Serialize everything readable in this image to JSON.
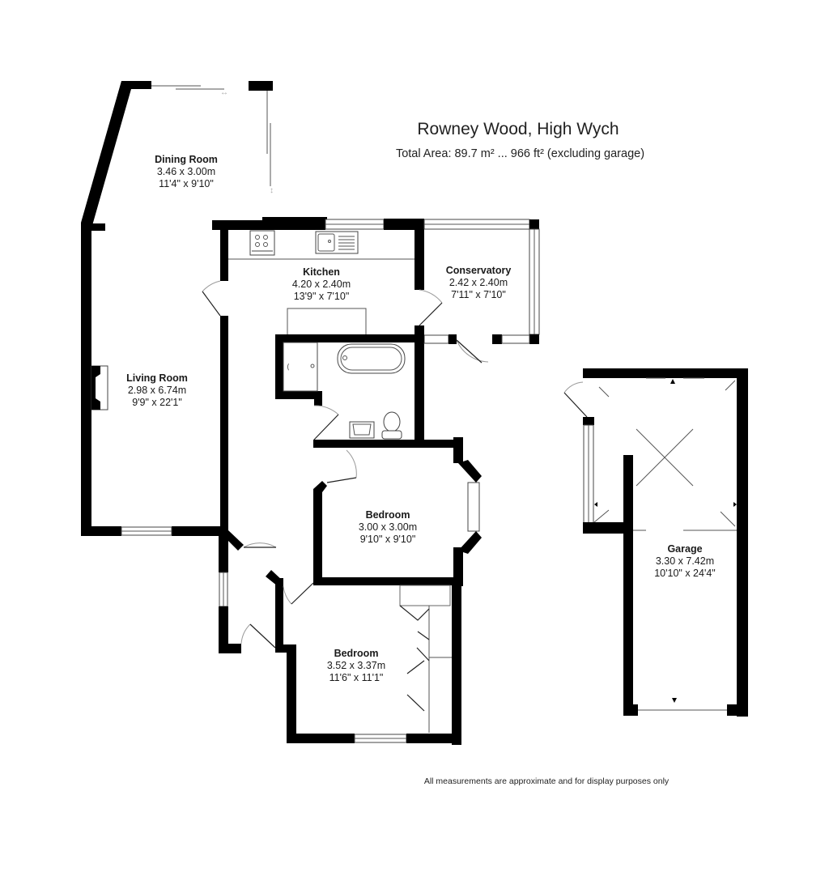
{
  "header": {
    "title": "Rowney Wood, High Wych",
    "subtitle": "Total Area: 89.7 m² ... 966 ft² (excluding garage)"
  },
  "rooms": [
    {
      "name": "Dining Room",
      "metric": "3.46 x 3.00m",
      "imperial": "11'4\" x 9'10\""
    },
    {
      "name": "Kitchen",
      "metric": "4.20 x 2.40m",
      "imperial": "13'9\" x 7'10\""
    },
    {
      "name": "Conservatory",
      "metric": "2.42 x 2.40m",
      "imperial": "7'11\" x 7'10\""
    },
    {
      "name": "Living Room",
      "metric": "2.98 x 6.74m",
      "imperial": "9'9\" x 22'1\""
    },
    {
      "name": "Bedroom",
      "metric": "3.00 x 3.00m",
      "imperial": "9'10\" x 9'10\""
    },
    {
      "name": "Bedroom",
      "metric": "3.52 x 3.37m",
      "imperial": "11'6\" x 11'1\""
    },
    {
      "name": "Garage",
      "metric": "3.30 x 7.42m",
      "imperial": "10'10\" x 24'4\""
    }
  ],
  "footer": {
    "disclaimer": "All measurements are approximate and for display purposes only"
  },
  "icons": [
    "sliding-door-arrow-icon",
    "hob-icon",
    "sink-icon",
    "bath-icon",
    "shower-icon",
    "basin-icon",
    "toilet-icon",
    "fireplace-icon",
    "garage-door-arrow-icon"
  ],
  "colors": {
    "wall": "#000000",
    "background": "#ffffff",
    "fixture_line": "#555555"
  }
}
